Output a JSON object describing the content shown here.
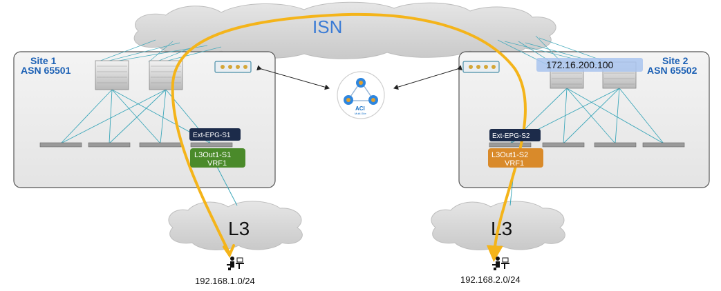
{
  "isn": {
    "label": "ISN"
  },
  "site1": {
    "name": "Site 1",
    "asn": "ASN 65501",
    "ext_epg": "Ext-EPG-S1",
    "l3out": "L3Out1-S1",
    "vrf": "VRF1"
  },
  "site2": {
    "name": "Site 2",
    "asn": "ASN 65502",
    "ext_epg": "Ext-EPG-S2",
    "l3out": "L3Out1-S2",
    "vrf": "VRF1",
    "ip": "172.16.200.100"
  },
  "aci": {
    "label": "ACI",
    "sub": "Multi-Site"
  },
  "l3_left": {
    "label": "L3",
    "network": "192.168.1.0/24"
  },
  "l3_right": {
    "label": "L3",
    "network": "192.168.2.0/24"
  },
  "colors": {
    "path": "#f4b41a",
    "link": "#3aa6b9",
    "green": "#4a8a2a",
    "orange": "#d98a2a",
    "navy": "#1c2b4a",
    "ip_highlight": "#a9c4ee"
  }
}
